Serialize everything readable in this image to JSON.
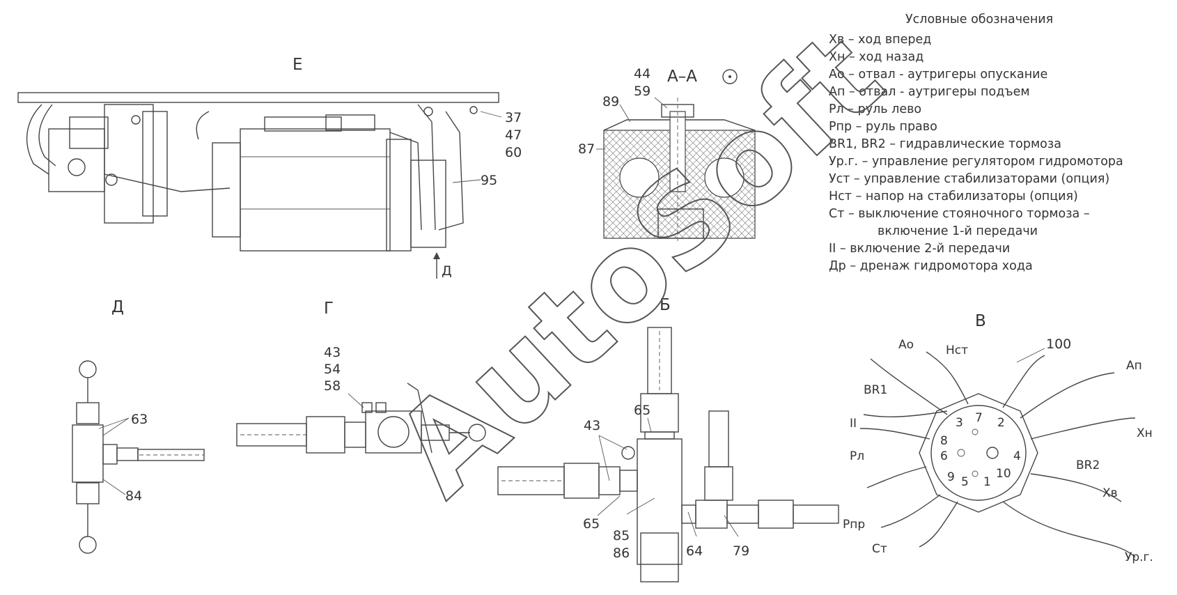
{
  "views": {
    "e": "Е",
    "d": "Д",
    "d_arrow": "Д",
    "g": "Г",
    "b": "Б",
    "v": "В",
    "aa": "А–А"
  },
  "legend": {
    "title": "Условные обозначения",
    "items": [
      "Хв – ход вперед",
      "Хн – ход назад",
      "Ао – отвал - аутригеры опускание",
      "Ап – отвал - аутригеры подъем",
      "Рл – руль лево",
      "Рпр – руль право",
      "BR1, BR2 – гидравлические тормоза",
      "Ур.г. – управление регулятором гидромотора",
      "Уст – управление стабилизаторами (опция)",
      "Нст – напор на стабилизаторы (опция)",
      "Ст – выключение стояночного тормоза –",
      "включение 1-й передачи",
      "II – включение 2-й передачи",
      "Др – дренаж гидромотора хода"
    ]
  },
  "callouts": {
    "e": [
      "37",
      "47",
      "60",
      "95"
    ],
    "aa": [
      "44",
      "59",
      "89",
      "87"
    ],
    "d": [
      "63",
      "84"
    ],
    "g": [
      "43",
      "54",
      "58"
    ],
    "b": [
      "65",
      "43",
      "65",
      "85",
      "86",
      "64",
      "79"
    ],
    "v_100": "100",
    "v_ports": [
      "Ао",
      "Нст",
      "Ап",
      "BR1",
      "Хн",
      "II",
      "BR2",
      "Рл",
      "Хв",
      "Рпр",
      "Ст",
      "Ур.г."
    ],
    "v_numbers": [
      "3",
      "7",
      "2",
      "8",
      "6",
      "4",
      "5",
      "9",
      "1",
      "10"
    ]
  },
  "watermark": "AutoSoft"
}
